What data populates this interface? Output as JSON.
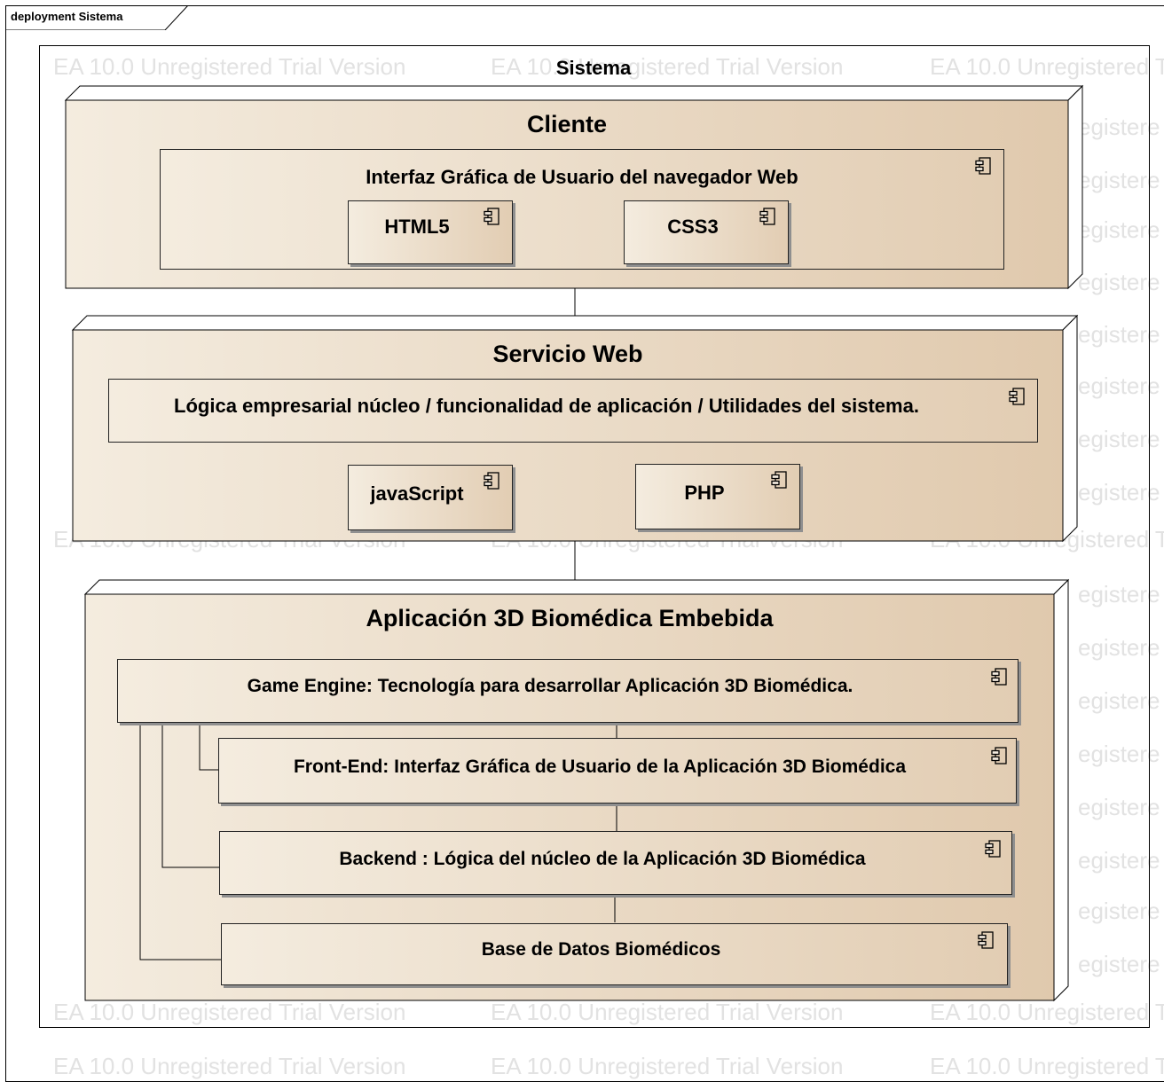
{
  "diagram": {
    "frame_tab": "deployment Sistema",
    "system_label": "Sistema",
    "watermark": "EA 10.0 Unregistered Trial Version",
    "watermark_partial": "egistere"
  },
  "nodes": {
    "cliente": {
      "title": "Cliente",
      "gui": "Interfaz Gráfica de Usuario del navegador Web",
      "html5": "HTML5",
      "css3": "CSS3"
    },
    "servicio": {
      "title": "Servicio Web",
      "logic": "Lógica empresarial núcleo / funcionalidad de aplicación / Utilidades del sistema.",
      "js": "javaScript",
      "php": "PHP"
    },
    "app3d": {
      "title": "Aplicación  3D Biomédica Embebida",
      "engine": "Game Engine: Tecnología para desarrollar Aplicación 3D Biomédica.",
      "frontend": "Front-End: Interfaz Gráfica de Usuario de la Aplicación 3D Biomédica",
      "backend": "Backend : Lógica del núcleo de la Aplicación 3D Biomédica",
      "db": "Base de Datos Biomédicos"
    }
  },
  "icons": {
    "component": "component-icon"
  },
  "colors": {
    "node_light": "#f4ecdf",
    "node_dark": "#e0c9ad",
    "watermark": "#e2e2e2"
  }
}
